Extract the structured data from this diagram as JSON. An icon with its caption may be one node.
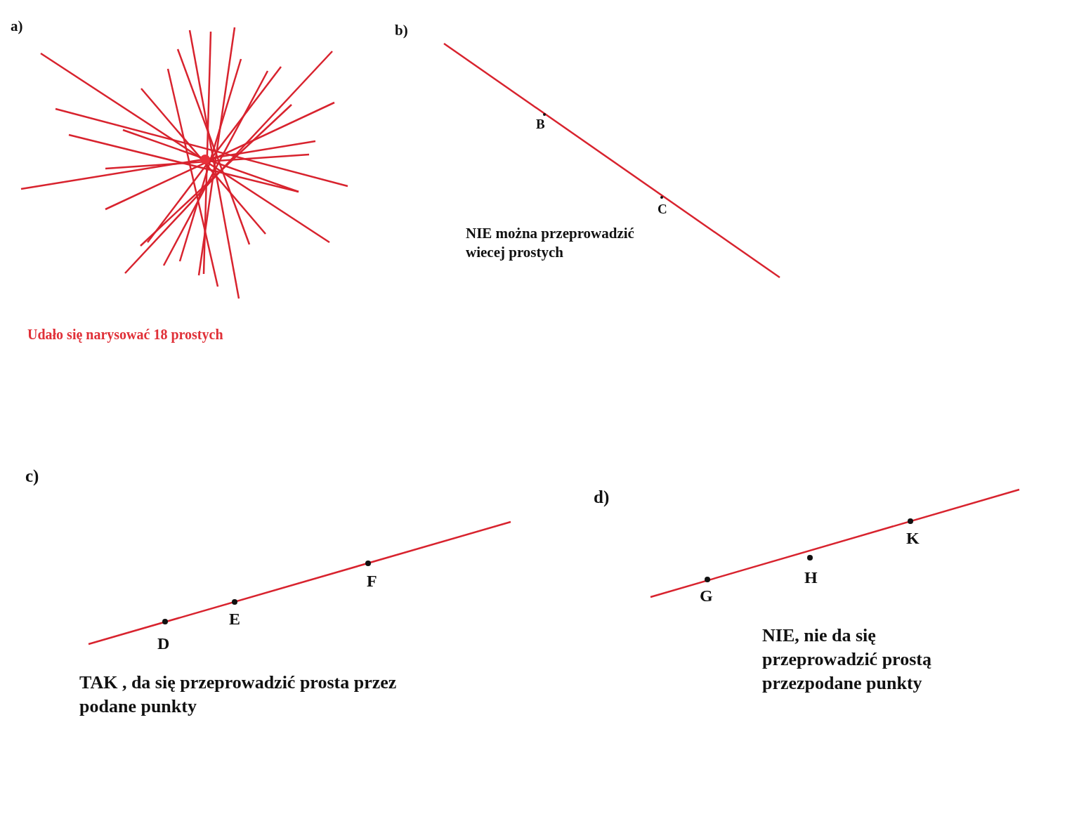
{
  "diagram": {
    "labels": [
      "a)",
      "b)",
      "B",
      "C",
      "NIE można przeprowadzić wiecej prostych",
      "Udało się narysować 18 prostych",
      "c)",
      "d)",
      "K",
      "H",
      "F",
      "G",
      "E",
      "D",
      "NIE, nie da się przeprowadzić prostą przezpodane punkty",
      "TAK , da się przeprowadzić prosta przez podane punkty"
    ]
  }
}
